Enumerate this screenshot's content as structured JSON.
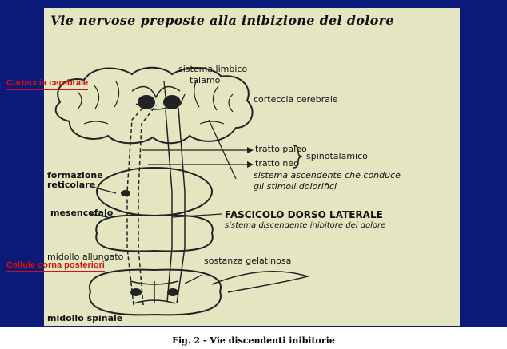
{
  "title": "Vie nervose preposte alla inibizione del dolore",
  "labels": {
    "sistema_limbico": "sistema limbico",
    "talamo": "talamo",
    "corteccia_cerebrale": "corteccia cerebrale",
    "tratto_paleo": "tratto paleo",
    "tratto_neo": "tratto neo",
    "spinotalamico": "spinotalamico",
    "sistema_ascendente_1": "sistema ascendente che conduce",
    "sistema_ascendente_2": "gli stimoli dolorifici",
    "formazione_reticolare_1": "formazione",
    "formazione_reticolare_2": "reticolare",
    "mesencefalo": "mesencefalo",
    "fascicolo": "FASCICOLO DORSO LATERALE",
    "sistema_discendente": "sistema discendente inibitore del dolore",
    "midollo_allungato": "midollo allungato",
    "sostanza_gelatinosa": "sostanza gelatinosa",
    "midollo_spinale": "midollo spinale"
  },
  "callouts": {
    "corteccia": "Corteccia cerebrale",
    "cellule": "Cellule corna posteriori"
  },
  "caption": "Fig. 2 - Vie discendenti inibitorie",
  "colors": {
    "background": "#0c1a7a",
    "panel": "#e3e6c1",
    "callout": "#d21010"
  }
}
